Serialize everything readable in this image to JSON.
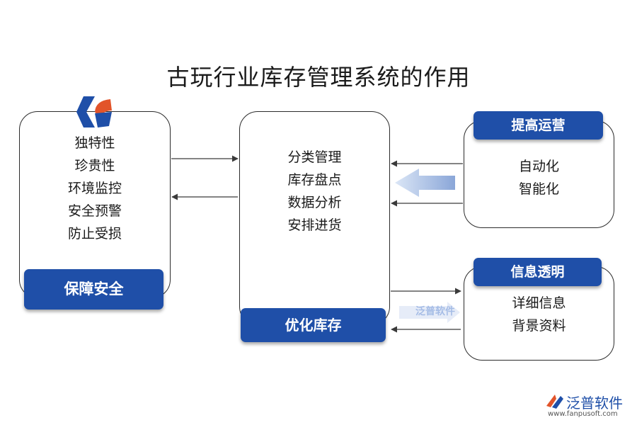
{
  "title": "古玩行业库存管理系统的作用",
  "left": {
    "items": [
      "独特性",
      "珍贵性",
      "环境监控",
      "安全预警",
      "防止受损"
    ],
    "label": "保障安全"
  },
  "center": {
    "items": [
      "分类管理",
      "库存盘点",
      "数据分析",
      "安排进货"
    ],
    "label": "优化库存"
  },
  "top_right": {
    "label": "提高运营",
    "items": [
      "自动化",
      "智能化"
    ]
  },
  "bottom_right": {
    "label": "信息透明",
    "items": [
      "详细信息",
      "背景资料"
    ]
  },
  "watermark": "泛普软件",
  "brand": {
    "name": "泛普软件",
    "url": "www.fanpusoft.com"
  },
  "colors": {
    "accent": "#1f4fa8",
    "logo_orange": "#e2542a",
    "logo_blue": "#1f4fa8"
  }
}
